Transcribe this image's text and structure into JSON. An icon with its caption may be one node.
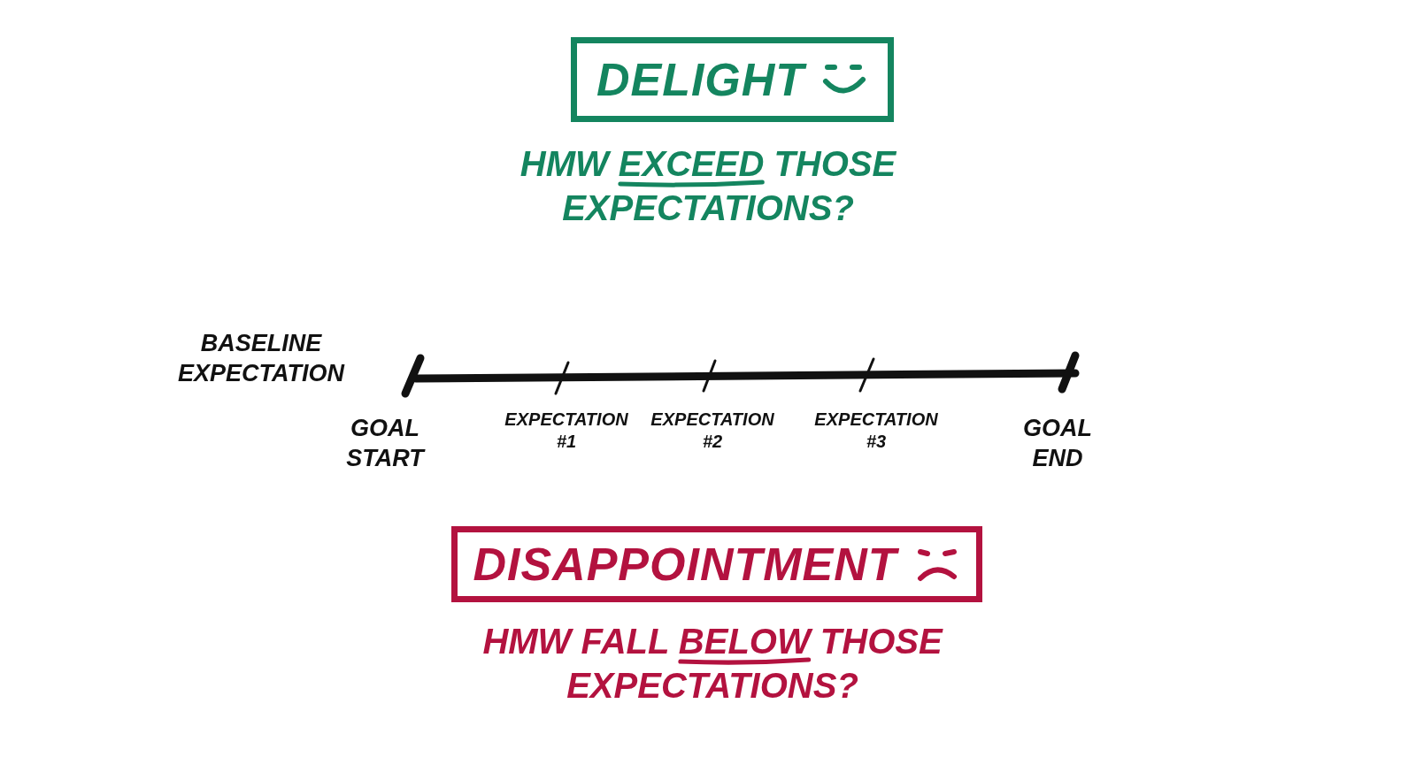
{
  "diagram": {
    "nodes": [
      {
        "text": [
          "DELIGHT"
        ]
      },
      {
        "text": [
          "DISAPPOINTMENT"
        ]
      }
    ],
    "labels": [
      "HMW EXCEED THOSE EXPECTATIONS?",
      "BASELINE EXPECTATION",
      "GOAL START",
      "EXPECTATION #1",
      "EXPECTATION #2",
      "EXPECTATION #3",
      "GOAL END",
      "HMW FALL BELOW THOSE EXPECTATIONS?"
    ]
  }
}
